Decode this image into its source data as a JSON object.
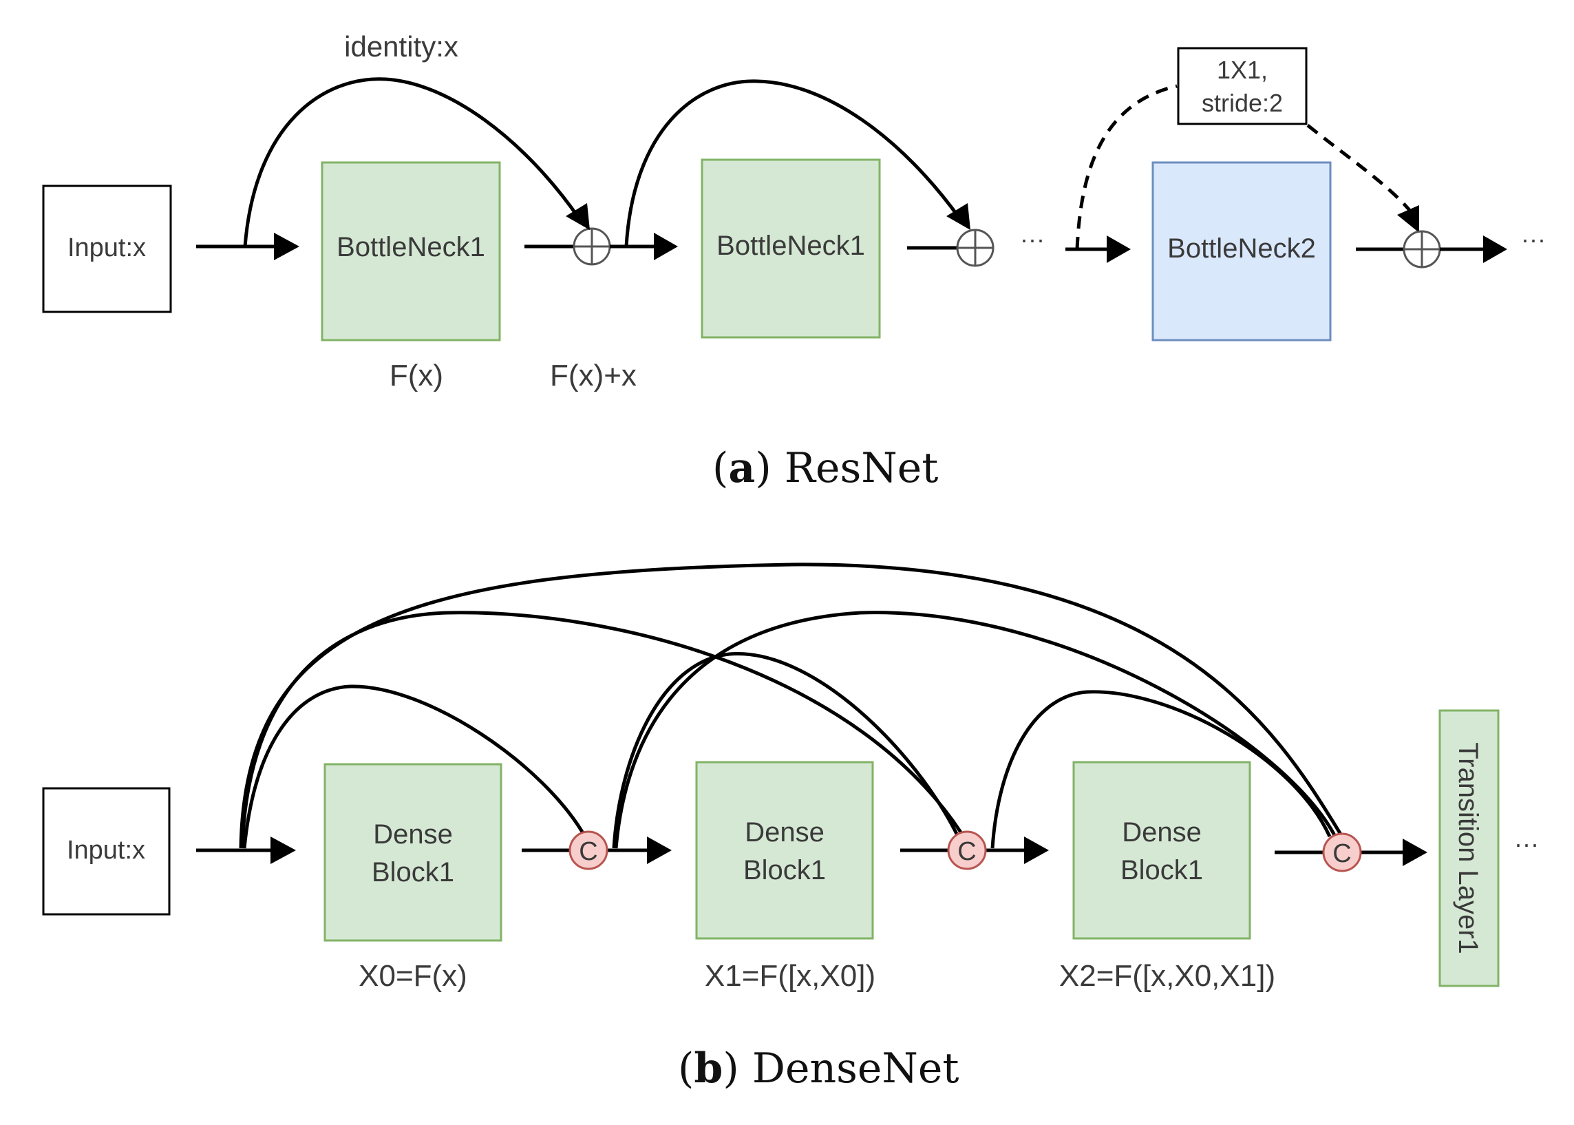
{
  "resnet": {
    "input_label": "Input:x",
    "identity_label": "identity:x",
    "block1_label": "BottleNeck1",
    "block2_label": "BottleNeck1",
    "block3_label": "BottleNeck2",
    "fx_label": "F(x)",
    "fx_plus_x_label": "F(x)+x",
    "shortcut_line1": "1X1,",
    "shortcut_line2": "stride:2",
    "ellipsis": "···",
    "caption_letter": "a",
    "caption_text": "ResNet"
  },
  "densenet": {
    "input_label": "Input:x",
    "block1_line1": "Dense",
    "block1_line2": "Block1",
    "block2_line1": "Dense",
    "block2_line2": "Block1",
    "block3_line1": "Dense",
    "block3_line2": "Block1",
    "concat_symbol": "C",
    "x0_label": "X0=F(x)",
    "x1_label": "X1=F([x,X0])",
    "x2_label": "X2=F([x,X0,X1])",
    "transition_label": "Transition Layer1",
    "ellipsis": "···",
    "caption_letter": "b",
    "caption_text": "DenseNet"
  },
  "colors": {
    "green_fill": "#d5e8d4",
    "green_stroke": "#82b366",
    "blue_fill": "#dae8fc",
    "blue_stroke": "#6c8ebf",
    "concat_fill": "#f8cecc",
    "concat_stroke": "#b85450"
  }
}
